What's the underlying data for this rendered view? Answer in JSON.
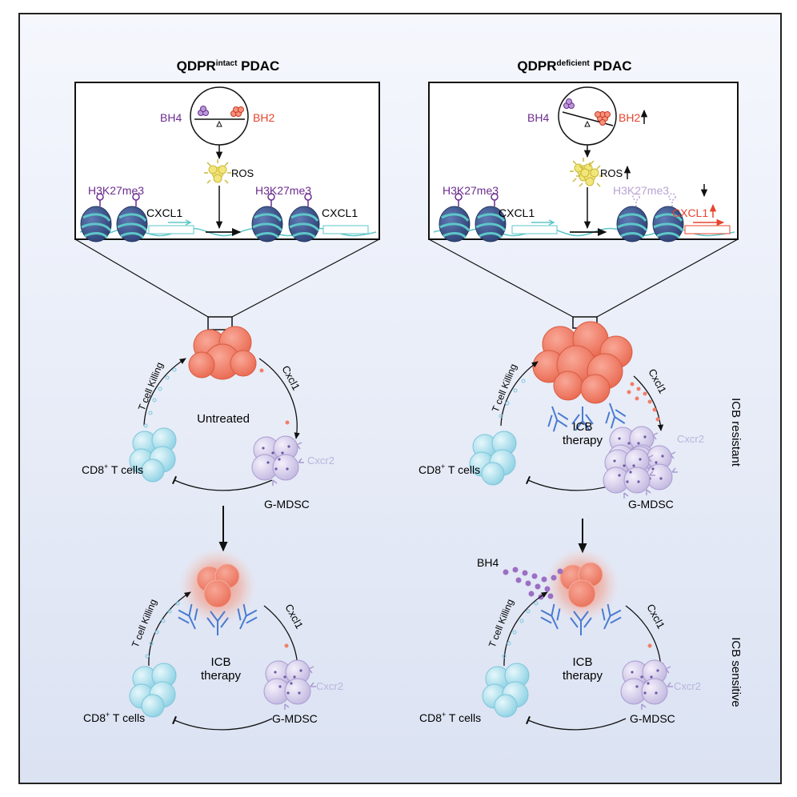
{
  "left_panel": {
    "title_prefix": "QDPR",
    "title_superscript": "intact",
    "title_suffix": " PDAC",
    "bh4": "BH4",
    "bh2": "BH2",
    "ros": "ROS",
    "mark_before": "H3K27me3",
    "mark_after": "H3K27me3",
    "gene_before": "CXCL1",
    "gene_after": "CXCL1"
  },
  "right_panel": {
    "title_prefix": "QDPR",
    "title_superscript": "deficient",
    "title_suffix": " PDAC",
    "bh4": "BH4",
    "bh2": "BH2",
    "ros": "ROS",
    "mark_before": "H3K27me3",
    "mark_after": "H3K27me3",
    "gene_before": "CXCL1",
    "gene_after": "CXCL1"
  },
  "cycles": {
    "untreated_label": "Untreated",
    "icb_line1": "ICB",
    "icb_line2": "therapy",
    "t_cell_killing": "T cell Killing",
    "cxcl1": "Cxcl1",
    "cxcr2": "Cxcr2",
    "cd8_prefix": "CD8",
    "cd8_superscript": "+",
    "cd8_suffix": " T cells",
    "gmdsc": "G-MDSC",
    "bh4_supplement": "BH4"
  },
  "side_labels": {
    "resistant": "ICB resistant",
    "sensitive": "ICB sensitive"
  },
  "colors": {
    "background_top": "#f5f7fd",
    "background_bottom": "#dde4f3",
    "tumor": "#f07f68",
    "tcell": "#9fdcea",
    "mdsc": "#cdc4e6",
    "bh4_purple": "#6b2c8e",
    "bh2_red": "#e8432d",
    "ros_yellow": "#e8d84a",
    "dna_teal": "#5ec6c8",
    "antibody_blue": "#4a7bd0",
    "faded_purple": "#b9a3d3",
    "faded_cxcr2": "#b9b4de"
  }
}
